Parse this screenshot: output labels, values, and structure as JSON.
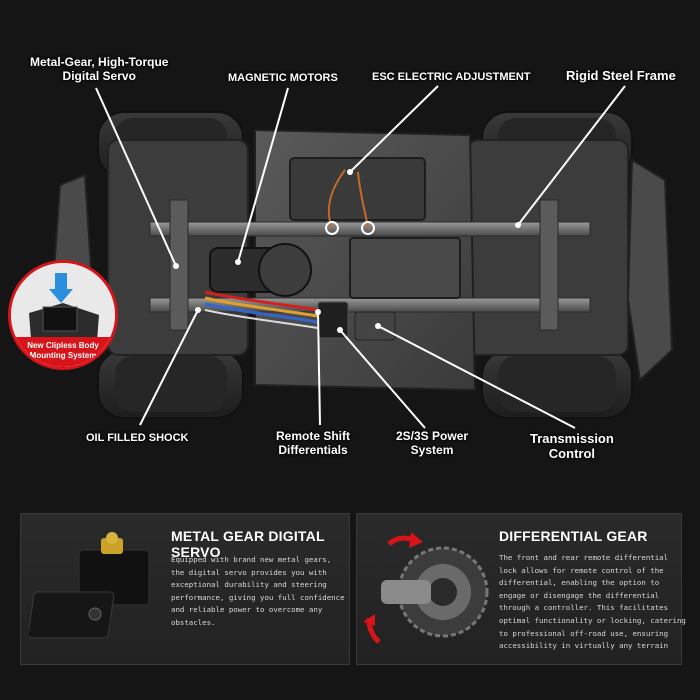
{
  "callouts": {
    "servo_line1": "Metal-Gear, High-Torque",
    "servo_line2": "Digital Servo",
    "magnetic_motors": "MAGNETIC MOTORS",
    "esc": "ESC ELECTRIC ADJUSTMENT",
    "frame": "Rigid Steel Frame",
    "oil_shock": "OIL FILLED SHOCK",
    "remote_shift_line1": "Remote Shift",
    "remote_shift_line2": "Differentials",
    "power_line1": "2S/3S Power",
    "power_line2": "System",
    "transmission_line1": "Transmission",
    "transmission_line2": "Control"
  },
  "badge": {
    "line1": "New Clipless Body",
    "line2": "Mounting System"
  },
  "servo_panel": {
    "title": "METAL GEAR DIGITAL SERVO",
    "lines": [
      "Equipped with brand new metal gears,",
      "the digital servo provides you with",
      "exceptional durability and steering",
      "performance, giving you full confidence",
      "and reliable power to overcome any",
      "obstacles."
    ]
  },
  "diff_panel": {
    "title": "DIFFERENTIAL GEAR",
    "lines": [
      "The front and rear remote differential",
      "lock allows for remote control of the",
      "differential, enabling the option to",
      "engage or disengage the differential",
      "through a controller. This facilitates",
      "optimal functionality or locking, catering",
      "to professional off-road use, ensuring",
      "accessibility in virtually any terrain"
    ]
  },
  "colors": {
    "background": "#151515",
    "accent_red": "#d7141a",
    "badge_arrow": "#2b8fe0"
  }
}
